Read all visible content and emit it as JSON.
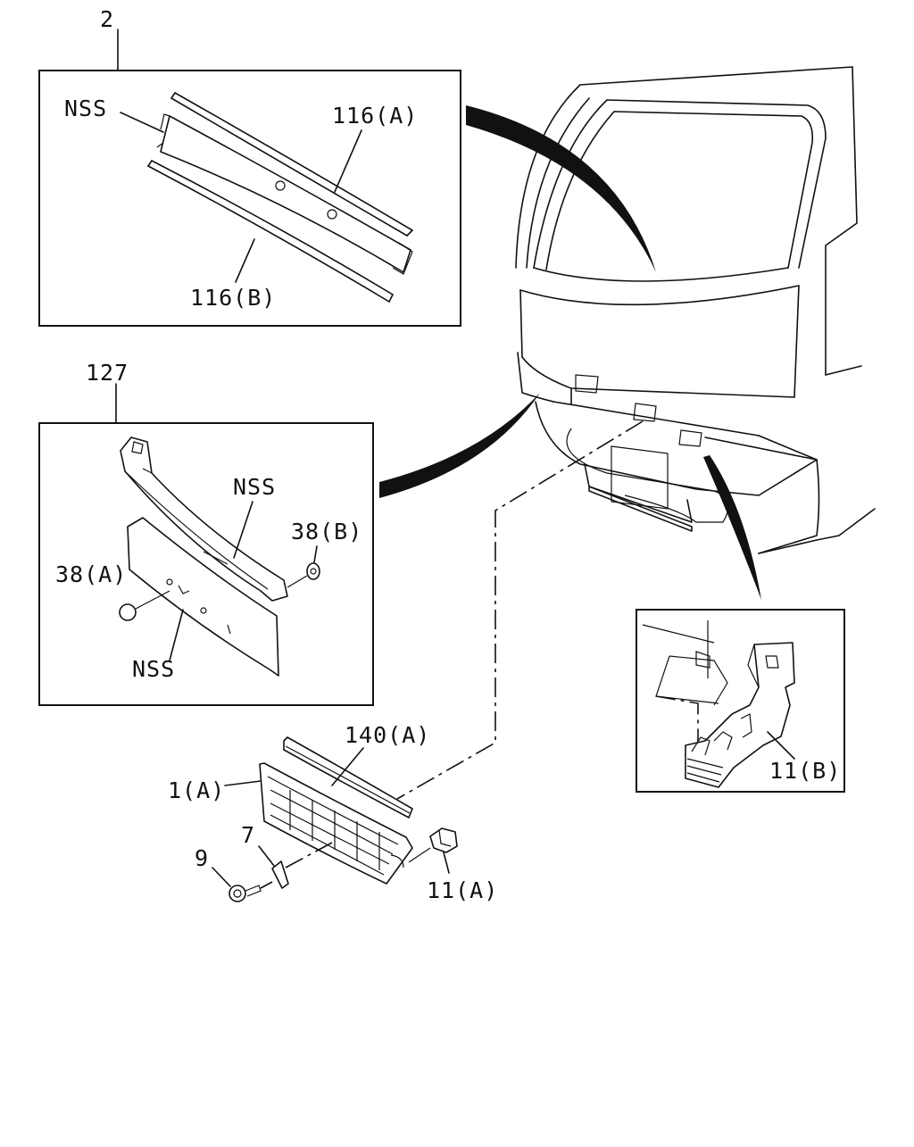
{
  "callouts": {
    "box2_number": "2",
    "box2_nss": "NSS",
    "box2_116a": "116(A)",
    "box2_116b": "116(B)",
    "box127_number": "127",
    "box127_nss_top": "NSS",
    "box127_38b": "38(B)",
    "box127_38a": "38(A)",
    "box127_nss_bottom": "NSS",
    "main_140a": "140(A)",
    "main_1a": "1(A)",
    "main_7": "7",
    "main_9": "9",
    "main_11a": "11(A)",
    "box11b_label": "11(B)"
  }
}
